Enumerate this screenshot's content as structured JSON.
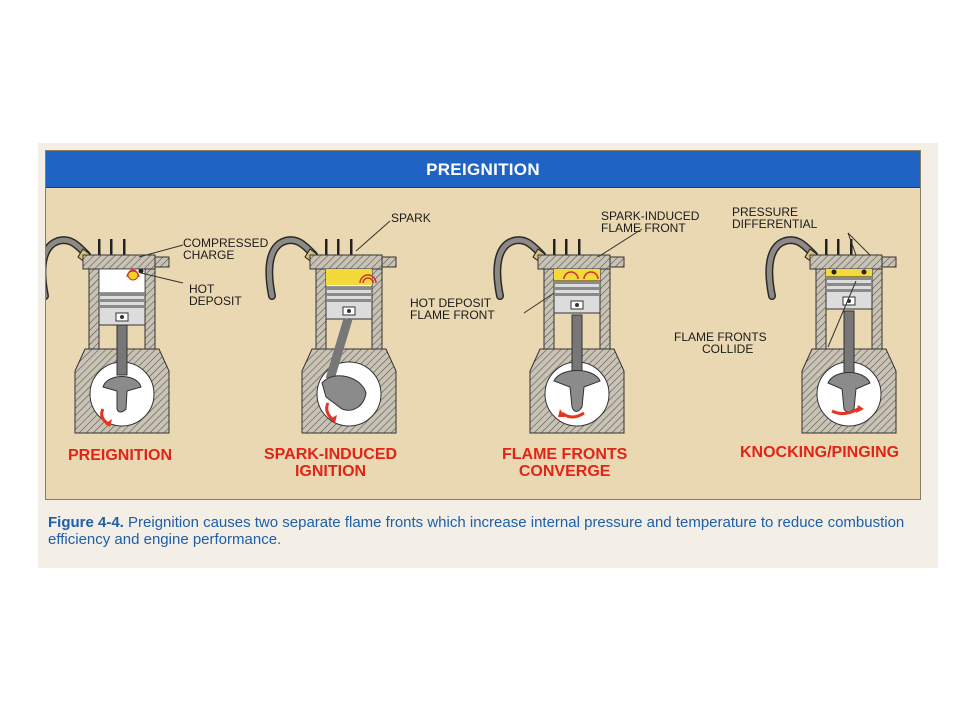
{
  "figure": {
    "banner_title": "PREIGNITION",
    "colors": {
      "banner": "#1f64c4",
      "panel": "#ead8b2",
      "stage_label": "#e22418",
      "caption": "#1d5fa8"
    },
    "panels": [
      {
        "stage": "PREIGNITION",
        "callouts": [
          "COMPRESSED CHARGE",
          "HOT DEPOSIT"
        ]
      },
      {
        "stage": "SPARK-INDUCED IGNITION",
        "callouts": [
          "SPARK"
        ]
      },
      {
        "stage": "FLAME FRONTS CONVERGE",
        "callouts": [
          "SPARK-INDUCED FLAME FRONT",
          "HOT DEPOSIT FLAME FRONT"
        ]
      },
      {
        "stage": "KNOCKING/PINGING",
        "callouts": [
          "PRESSURE DIFFERENTIAL",
          "FLAME FRONTS COLLIDE"
        ]
      }
    ],
    "labels": {
      "compressed_charge_1": "COMPRESSED",
      "compressed_charge_2": "CHARGE",
      "hot_deposit_1": "HOT",
      "hot_deposit_2": "DEPOSIT",
      "spark": "SPARK",
      "spark_front_1": "SPARK-INDUCED",
      "spark_front_2": "FLAME FRONT",
      "hot_front_1": "HOT DEPOSIT",
      "hot_front_2": "FLAME FRONT",
      "pressure_1": "PRESSURE",
      "pressure_2": "DIFFERENTIAL",
      "collide_1": "FLAME FRONTS",
      "collide_2": "COLLIDE",
      "stage_1": "PREIGNITION",
      "stage_2_line1": "SPARK-INDUCED",
      "stage_2_line2": "IGNITION",
      "stage_3_line1": "FLAME FRONTS",
      "stage_3_line2": "CONVERGE",
      "stage_4": "KNOCKING/PINGING"
    },
    "caption": {
      "label": "Figure 4-4.",
      "text": "Preignition causes two separate flame fronts which increase internal pressure and temperature to reduce combustion efficiency and engine performance."
    }
  }
}
